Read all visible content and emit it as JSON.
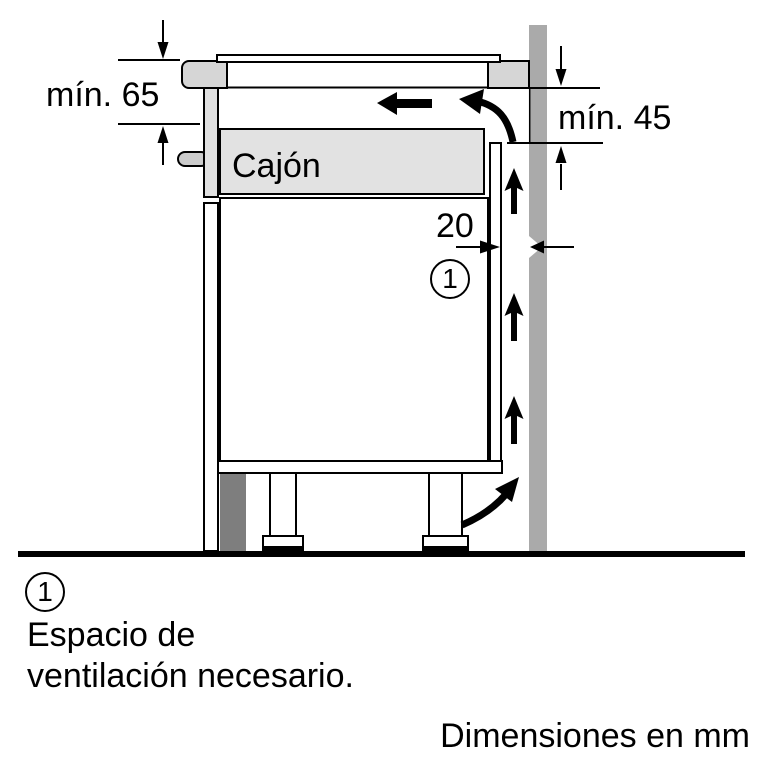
{
  "diagram": {
    "dimension_top_left": "mín. 65",
    "dimension_right": "mín. 45",
    "drawer_label": "Cajón",
    "gap_dimension": "20",
    "callout_number": "1"
  },
  "legend": {
    "callout_number": "1",
    "text_line1": "Espacio de",
    "text_line2": "ventilación necesario."
  },
  "footer": {
    "units_note": "Dimensiones en mm"
  },
  "colors": {
    "wall": "#aaaaaa",
    "worktop": "#d6d6d6",
    "drawer": "#e2e2e2",
    "side_rail": "#e0e0e0",
    "plinth": "#7e7e7e",
    "handle": "#cccccc",
    "outline": "#000000"
  },
  "icons": {
    "airflow_up_arrow": "thick black up arrow (ventilation airflow)",
    "airflow_curved_arrow": "thick black curved arrow (airflow turning)",
    "airflow_left_arrow": "thick black left arrow (airflow under hob)",
    "dimension_arrow": "thin measurement arrow"
  }
}
